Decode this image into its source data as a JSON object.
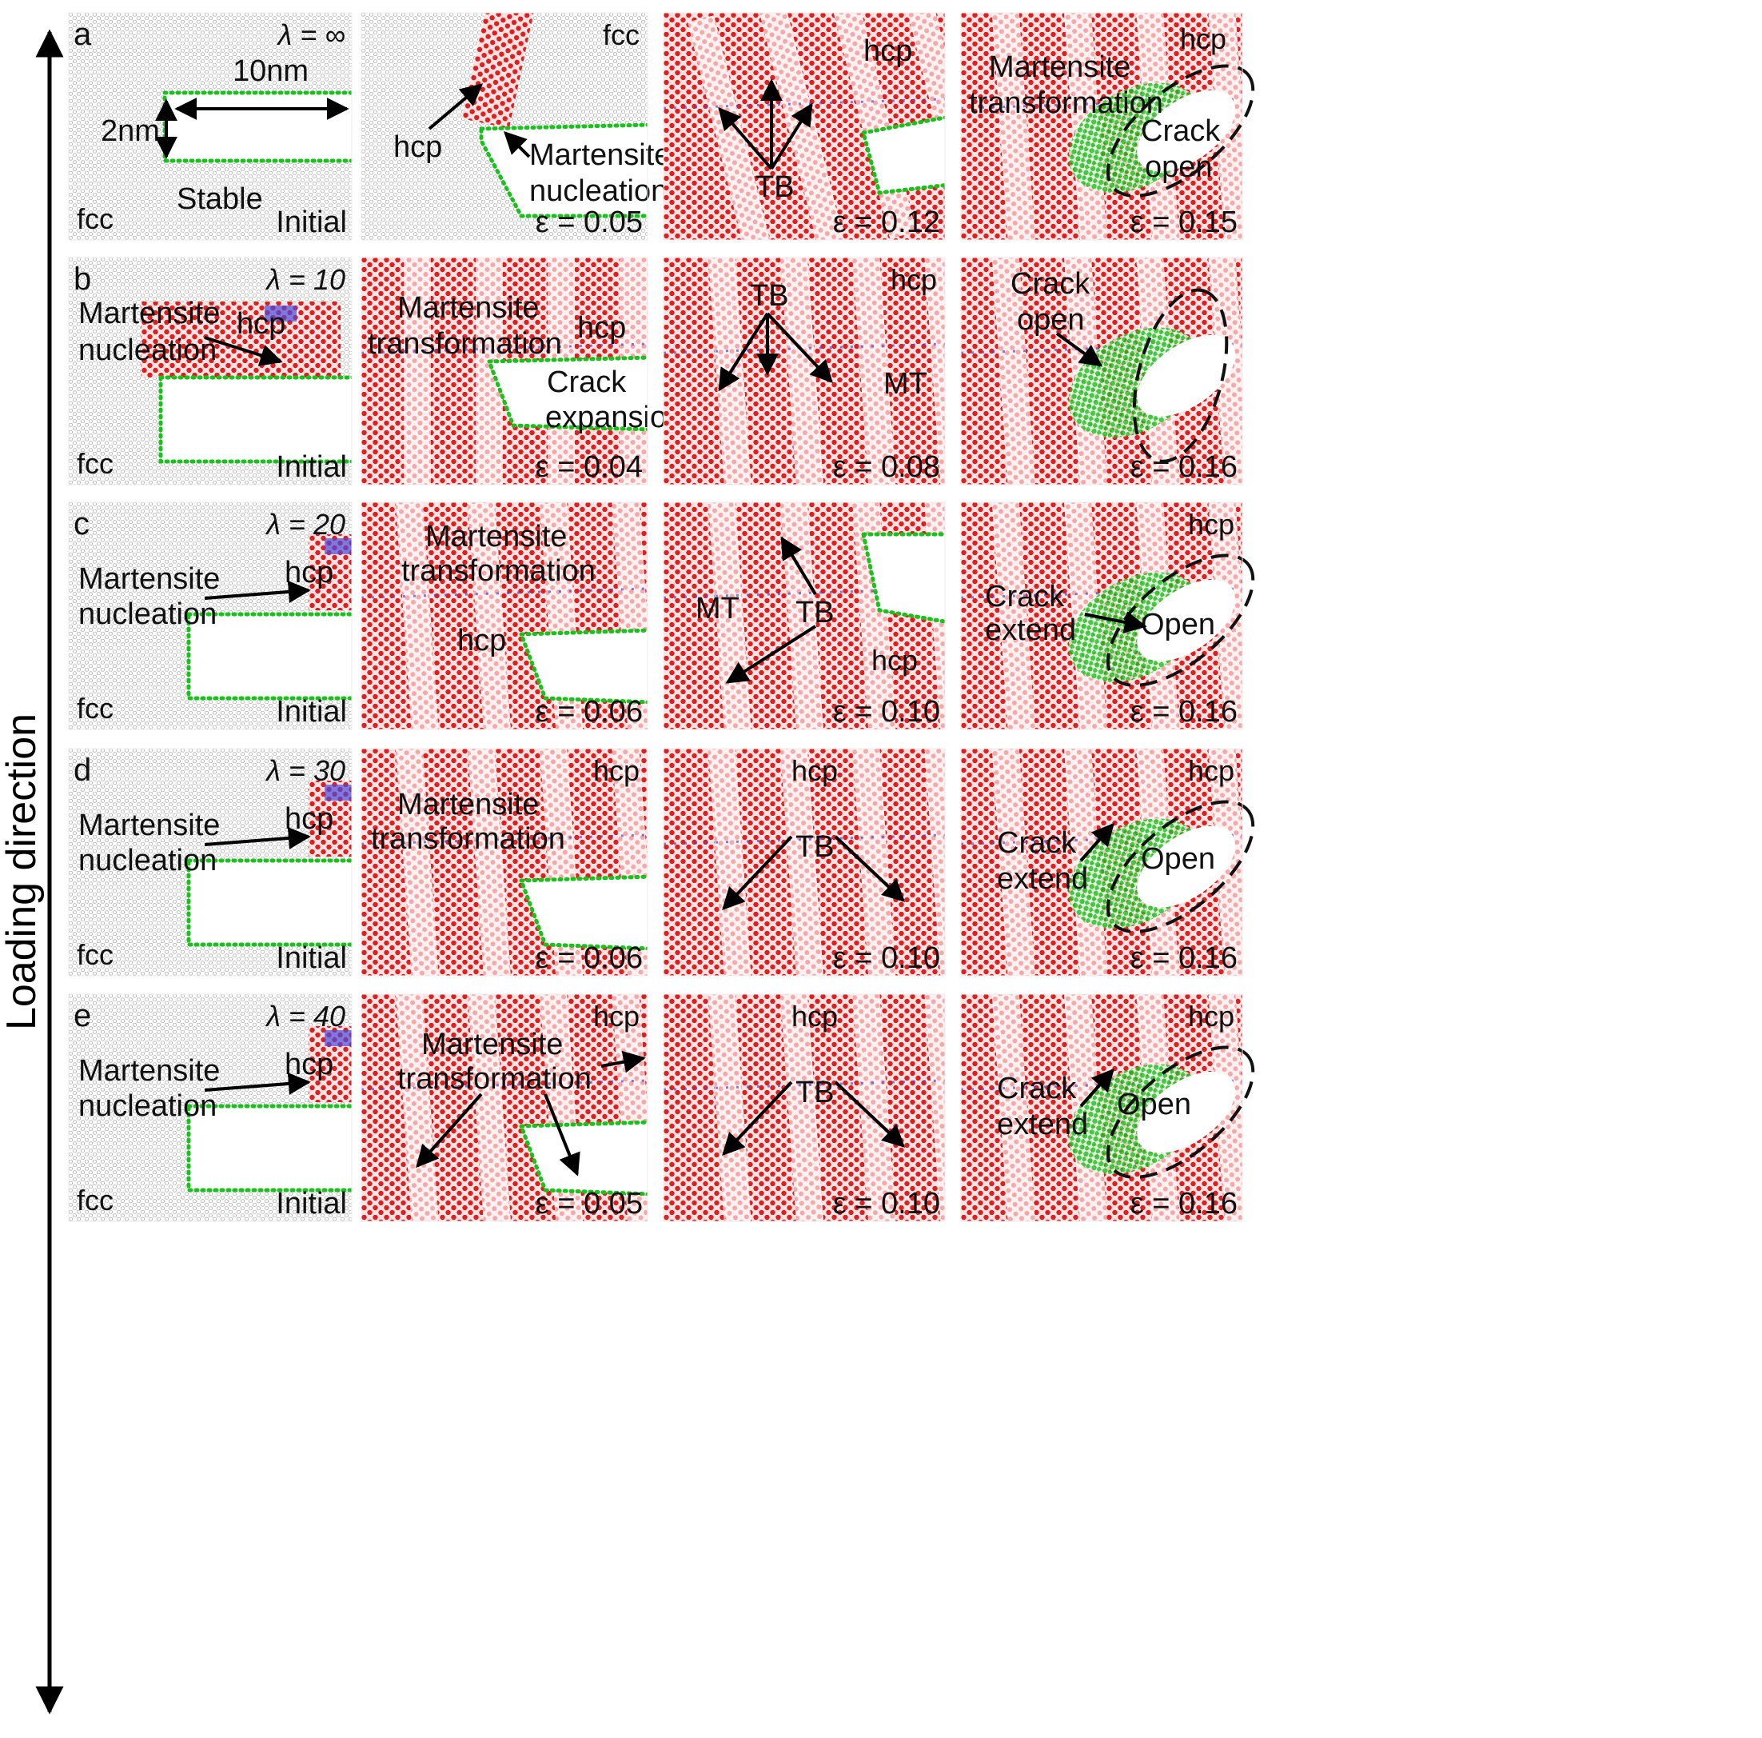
{
  "figure": {
    "side_label": "Loading direction",
    "colors": {
      "hcp": "#dd1f1f",
      "hcp_light": "#f4a8a8",
      "fcc": "#c8c8c8",
      "boundary": "#17c21b",
      "other": "#4a4adb",
      "arrow": "#000000",
      "dashed": "#111111"
    },
    "rows": [
      {
        "letter": "a",
        "lambda": "λ = ∞",
        "panels": [
          {
            "kind": "initial",
            "strain": "Initial",
            "labels": [
              "fcc",
              "Stable",
              "10nm",
              "2nm"
            ]
          },
          {
            "kind": "nucleation",
            "strain": "ε = 0.05",
            "labels": [
              "fcc",
              "hcp",
              "Martensite",
              "nucleation"
            ]
          },
          {
            "kind": "twins",
            "strain": "ε = 0.12",
            "labels": [
              "hcp",
              "TB"
            ]
          },
          {
            "kind": "open",
            "strain": "ε = 0.15",
            "labels": [
              "hcp",
              "Martensite",
              "transformation",
              "Crack",
              "open"
            ]
          }
        ]
      },
      {
        "letter": "b",
        "lambda": "λ = 10",
        "panels": [
          {
            "kind": "initial",
            "strain": "Initial",
            "labels": [
              "fcc",
              "Martensite",
              "nucleation",
              "hcp"
            ]
          },
          {
            "kind": "expansion",
            "strain": "ε = 0.04",
            "labels": [
              "Martensite",
              "transformation",
              "hcp",
              "Crack",
              "expansion"
            ]
          },
          {
            "kind": "twins",
            "strain": "ε = 0.08",
            "labels": [
              "TB",
              "hcp",
              "MT"
            ]
          },
          {
            "kind": "open",
            "strain": "ε = 0.16",
            "labels": [
              "Crack",
              "open"
            ]
          }
        ]
      },
      {
        "letter": "c",
        "lambda": "λ = 20",
        "panels": [
          {
            "kind": "initial",
            "strain": "Initial",
            "labels": [
              "fcc",
              "Martensite",
              "nucleation",
              "hcp"
            ]
          },
          {
            "kind": "transformation",
            "strain": "ε = 0.06",
            "labels": [
              "Martensite",
              "transformation",
              "hcp"
            ]
          },
          {
            "kind": "twins",
            "strain": "ε = 0.10",
            "labels": [
              "MT",
              "TB",
              "hcp"
            ]
          },
          {
            "kind": "open",
            "strain": "ε = 0.16",
            "labels": [
              "hcp",
              "Crack",
              "extend",
              "Open"
            ]
          }
        ]
      },
      {
        "letter": "d",
        "lambda": "λ = 30",
        "panels": [
          {
            "kind": "initial",
            "strain": "Initial",
            "labels": [
              "fcc",
              "Martensite",
              "nucleation",
              "hcp"
            ]
          },
          {
            "kind": "transformation",
            "strain": "ε = 0.06",
            "labels": [
              "hcp",
              "Martensite",
              "transformation"
            ]
          },
          {
            "kind": "twins",
            "strain": "ε = 0.10",
            "labels": [
              "hcp",
              "TB"
            ]
          },
          {
            "kind": "open",
            "strain": "ε = 0.16",
            "labels": [
              "hcp",
              "Crack",
              "extend",
              "Open"
            ]
          }
        ]
      },
      {
        "letter": "e",
        "lambda": "λ = 40",
        "panels": [
          {
            "kind": "initial",
            "strain": "Initial",
            "labels": [
              "fcc",
              "Martensite",
              "nucleation",
              "hcp"
            ]
          },
          {
            "kind": "transformation",
            "strain": "ε = 0.05",
            "labels": [
              "hcp",
              "Martensite",
              "transformation"
            ]
          },
          {
            "kind": "twins",
            "strain": "ε = 0.10",
            "labels": [
              "hcp",
              "TB"
            ]
          },
          {
            "kind": "open",
            "strain": "ε = 0.16",
            "labels": [
              "hcp",
              "Crack",
              "extend",
              "Open"
            ]
          }
        ]
      }
    ]
  }
}
